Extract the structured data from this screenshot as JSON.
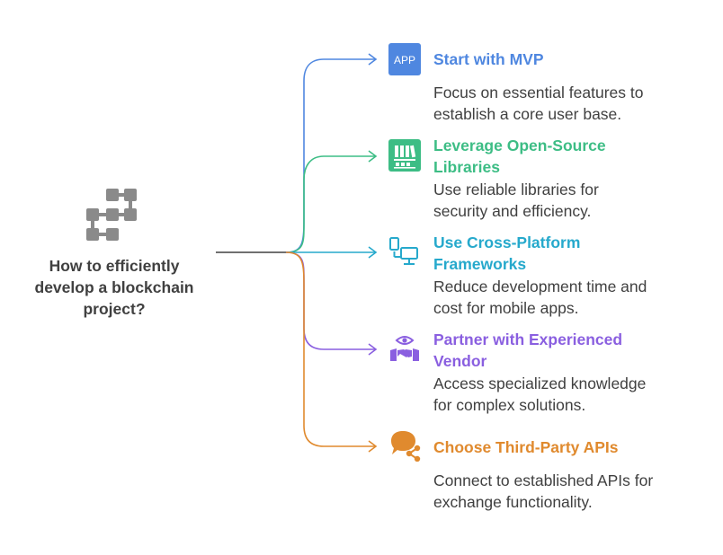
{
  "center": {
    "title": "How to efficiently\ndevelop a blockchain\nproject?",
    "icon": "network-nodes-icon",
    "color": "#8a8a8a"
  },
  "branches": [
    {
      "title": "Start with MVP",
      "description": "Focus on essential features to\nestablish a core user base.",
      "icon": "app-icon",
      "icon_text": "APP",
      "color": "#4f87e0"
    },
    {
      "title": "Leverage Open-Source\nLibraries",
      "description": "Use reliable libraries for\nsecurity and efficiency.",
      "icon": "library-icon",
      "color": "#3dbd85"
    },
    {
      "title": "Use Cross-Platform\nFrameworks",
      "description": "Reduce development time and\ncost for mobile apps.",
      "icon": "devices-icon",
      "color": "#26a9cc"
    },
    {
      "title": "Partner with Experienced\nVendor",
      "description": "Access specialized knowledge\nfor complex solutions.",
      "icon": "handshake-icon",
      "color": "#8a5fe0"
    },
    {
      "title": "Choose Third-Party APIs",
      "description": "Connect to established APIs for\nexchange functionality.",
      "icon": "api-share-icon",
      "color": "#e08a2e"
    }
  ]
}
